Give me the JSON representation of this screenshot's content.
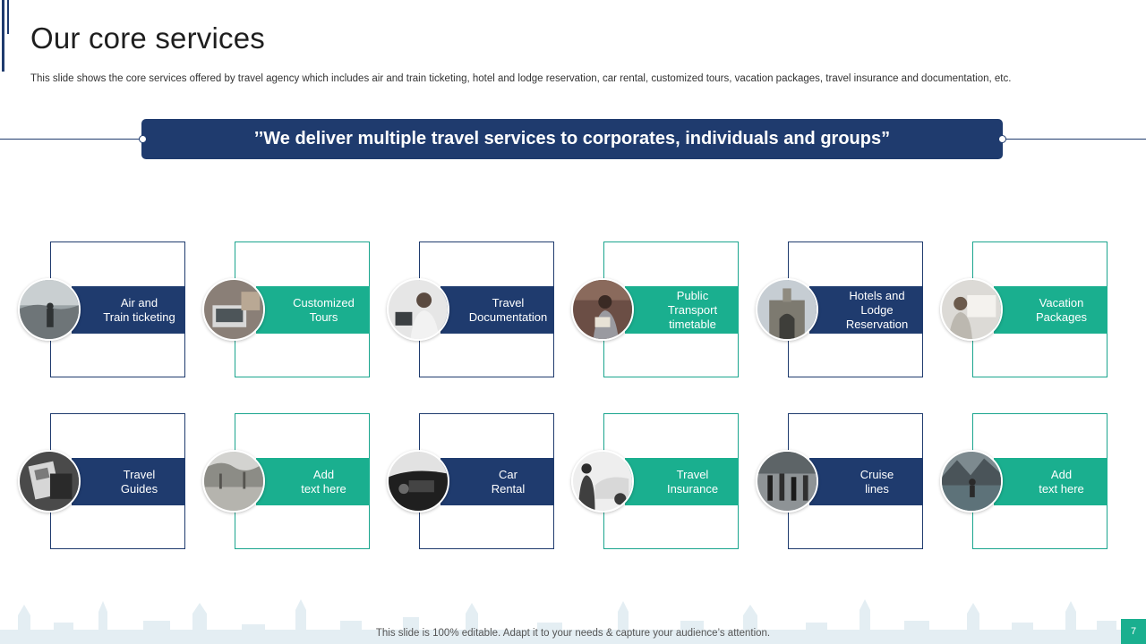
{
  "slide": {
    "title": "Our core services",
    "subtitle": "This slide shows the core services offered by travel  agency which includes air and train ticketing, hotel and lodge reservation, car rental, customized tours, vacation packages, travel insurance and documentation, etc.",
    "tagline": "’’We deliver multiple  travel services to corporates, individuals  and groups”",
    "footer": "This slide is 100% editable. Adapt it to your needs & capture your audience’s attention.",
    "page_number": "7"
  },
  "services": [
    {
      "label": "Air and\nTrain ticketing",
      "color": "navy",
      "photo": "coast-traveler-photo"
    },
    {
      "label": "Customized\nTours",
      "color": "teal",
      "photo": "laptop-map-photo"
    },
    {
      "label": "Travel\nDocumentation",
      "color": "navy",
      "photo": "man-laptop-photo"
    },
    {
      "label": "Public\nTransport\ntimetable",
      "color": "teal",
      "photo": "woman-reading-photo"
    },
    {
      "label": "Hotels and\nLodge\nReservation",
      "color": "navy",
      "photo": "building-arch-photo"
    },
    {
      "label": "Vacation\nPackages",
      "color": "teal",
      "photo": "woman-map-photo"
    },
    {
      "label": "Travel\nGuides",
      "color": "navy",
      "photo": "guidebook-photo"
    },
    {
      "label": "Add\ntext here",
      "color": "teal",
      "photo": "street-trees-photo"
    },
    {
      "label": "Car\nRental",
      "color": "navy",
      "photo": "car-interior-photo"
    },
    {
      "label": "Travel\nInsurance",
      "color": "teal",
      "photo": "woman-car-photo"
    },
    {
      "label": "Cruise\nlines",
      "color": "navy",
      "photo": "crowd-walking-photo"
    },
    {
      "label": "Add\ntext here",
      "color": "teal",
      "photo": "lake-hiker-photo"
    }
  ],
  "colors": {
    "navy": "#1f3b6e",
    "teal": "#1aaf8f"
  }
}
